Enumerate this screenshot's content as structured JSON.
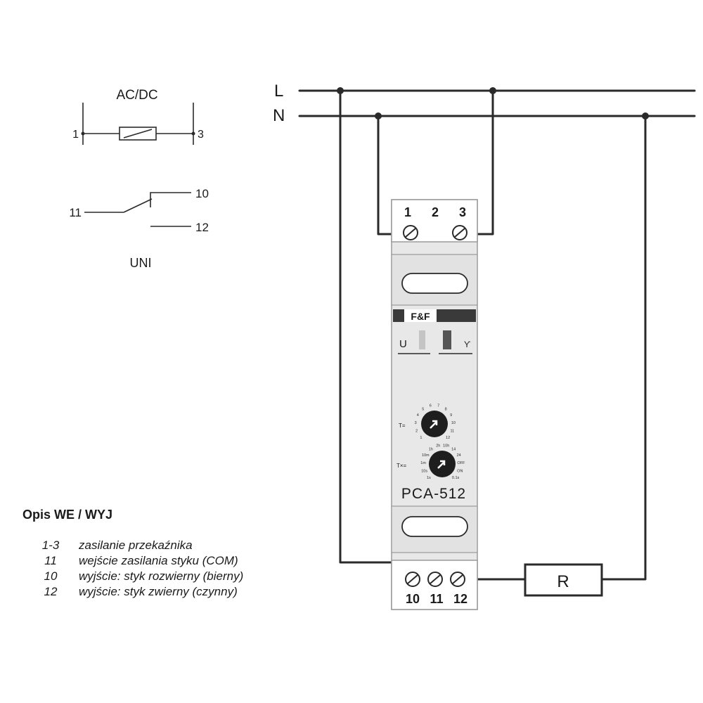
{
  "symbol": {
    "supply": "AC/DC",
    "coil_left": "1",
    "coil_right": "3",
    "contact_com": "11",
    "contact_nc": "10",
    "contact_no": "12",
    "caption": "UNI"
  },
  "lines": {
    "line": "L",
    "neutral": "N"
  },
  "device": {
    "top_terminals": [
      "1",
      "2",
      "3"
    ],
    "bottom_terminals": [
      "10",
      "11",
      "12"
    ],
    "logo": "F&F",
    "led_u": "U",
    "model": "PCA-512",
    "knob1_label": "T=",
    "knob2_label": "T×=",
    "knob1_scale": [
      "1",
      "2",
      "3",
      "4",
      "5",
      "6",
      "7",
      "8",
      "9",
      "10",
      "11",
      "12"
    ],
    "knob2_scale": [
      "1s",
      "10s",
      "1m",
      "10m",
      "1h",
      "2h",
      "10h",
      "14",
      "24",
      "OFF",
      "ON",
      "0.1s"
    ]
  },
  "load": {
    "label": "R"
  },
  "description": {
    "title": "Opis WE / WYJ",
    "rows": [
      {
        "code": "1-3",
        "text": "zasilanie przekaźnika"
      },
      {
        "code": "11",
        "text": "wejście zasilania styku (COM)"
      },
      {
        "code": "10",
        "text": "wyjście: styk rozwierny (bierny)"
      },
      {
        "code": "12",
        "text": "wyjście: styk zwierny (czynny)"
      }
    ]
  }
}
